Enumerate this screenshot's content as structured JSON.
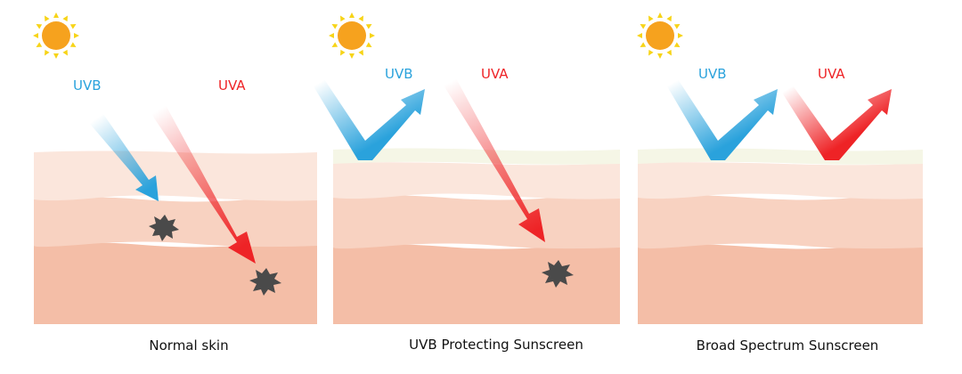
{
  "colors": {
    "uvb": "#2aa2dc",
    "uva": "#ee2326",
    "sun_body": "#f6a21e",
    "sun_rays": "#f7d417",
    "skin_top": "#fbe6dc",
    "skin_mid": "#f8d2c1",
    "skin_deep": "#f4bea7",
    "sunscreen": "#f5f6e6",
    "damage": "#4a4a4a"
  },
  "icons": [
    "sun-icon",
    "damage-burst-icon"
  ],
  "panels": [
    {
      "caption": "Normal skin",
      "uvb_label": "UVB",
      "uva_label": "UVA",
      "uvb_behavior": "penetrates",
      "uva_behavior": "penetrates",
      "has_sunscreen_layer": false,
      "damage_marks": 2
    },
    {
      "caption": "UVB Protecting Sunscreen",
      "uvb_label": "UVB",
      "uva_label": "UVA",
      "uvb_behavior": "reflected",
      "uva_behavior": "penetrates",
      "has_sunscreen_layer": true,
      "damage_marks": 1
    },
    {
      "caption": "Broad Spectrum Sunscreen",
      "uvb_label": "UVB",
      "uva_label": "UVA",
      "uvb_behavior": "reflected",
      "uva_behavior": "reflected",
      "has_sunscreen_layer": true,
      "damage_marks": 0
    }
  ]
}
